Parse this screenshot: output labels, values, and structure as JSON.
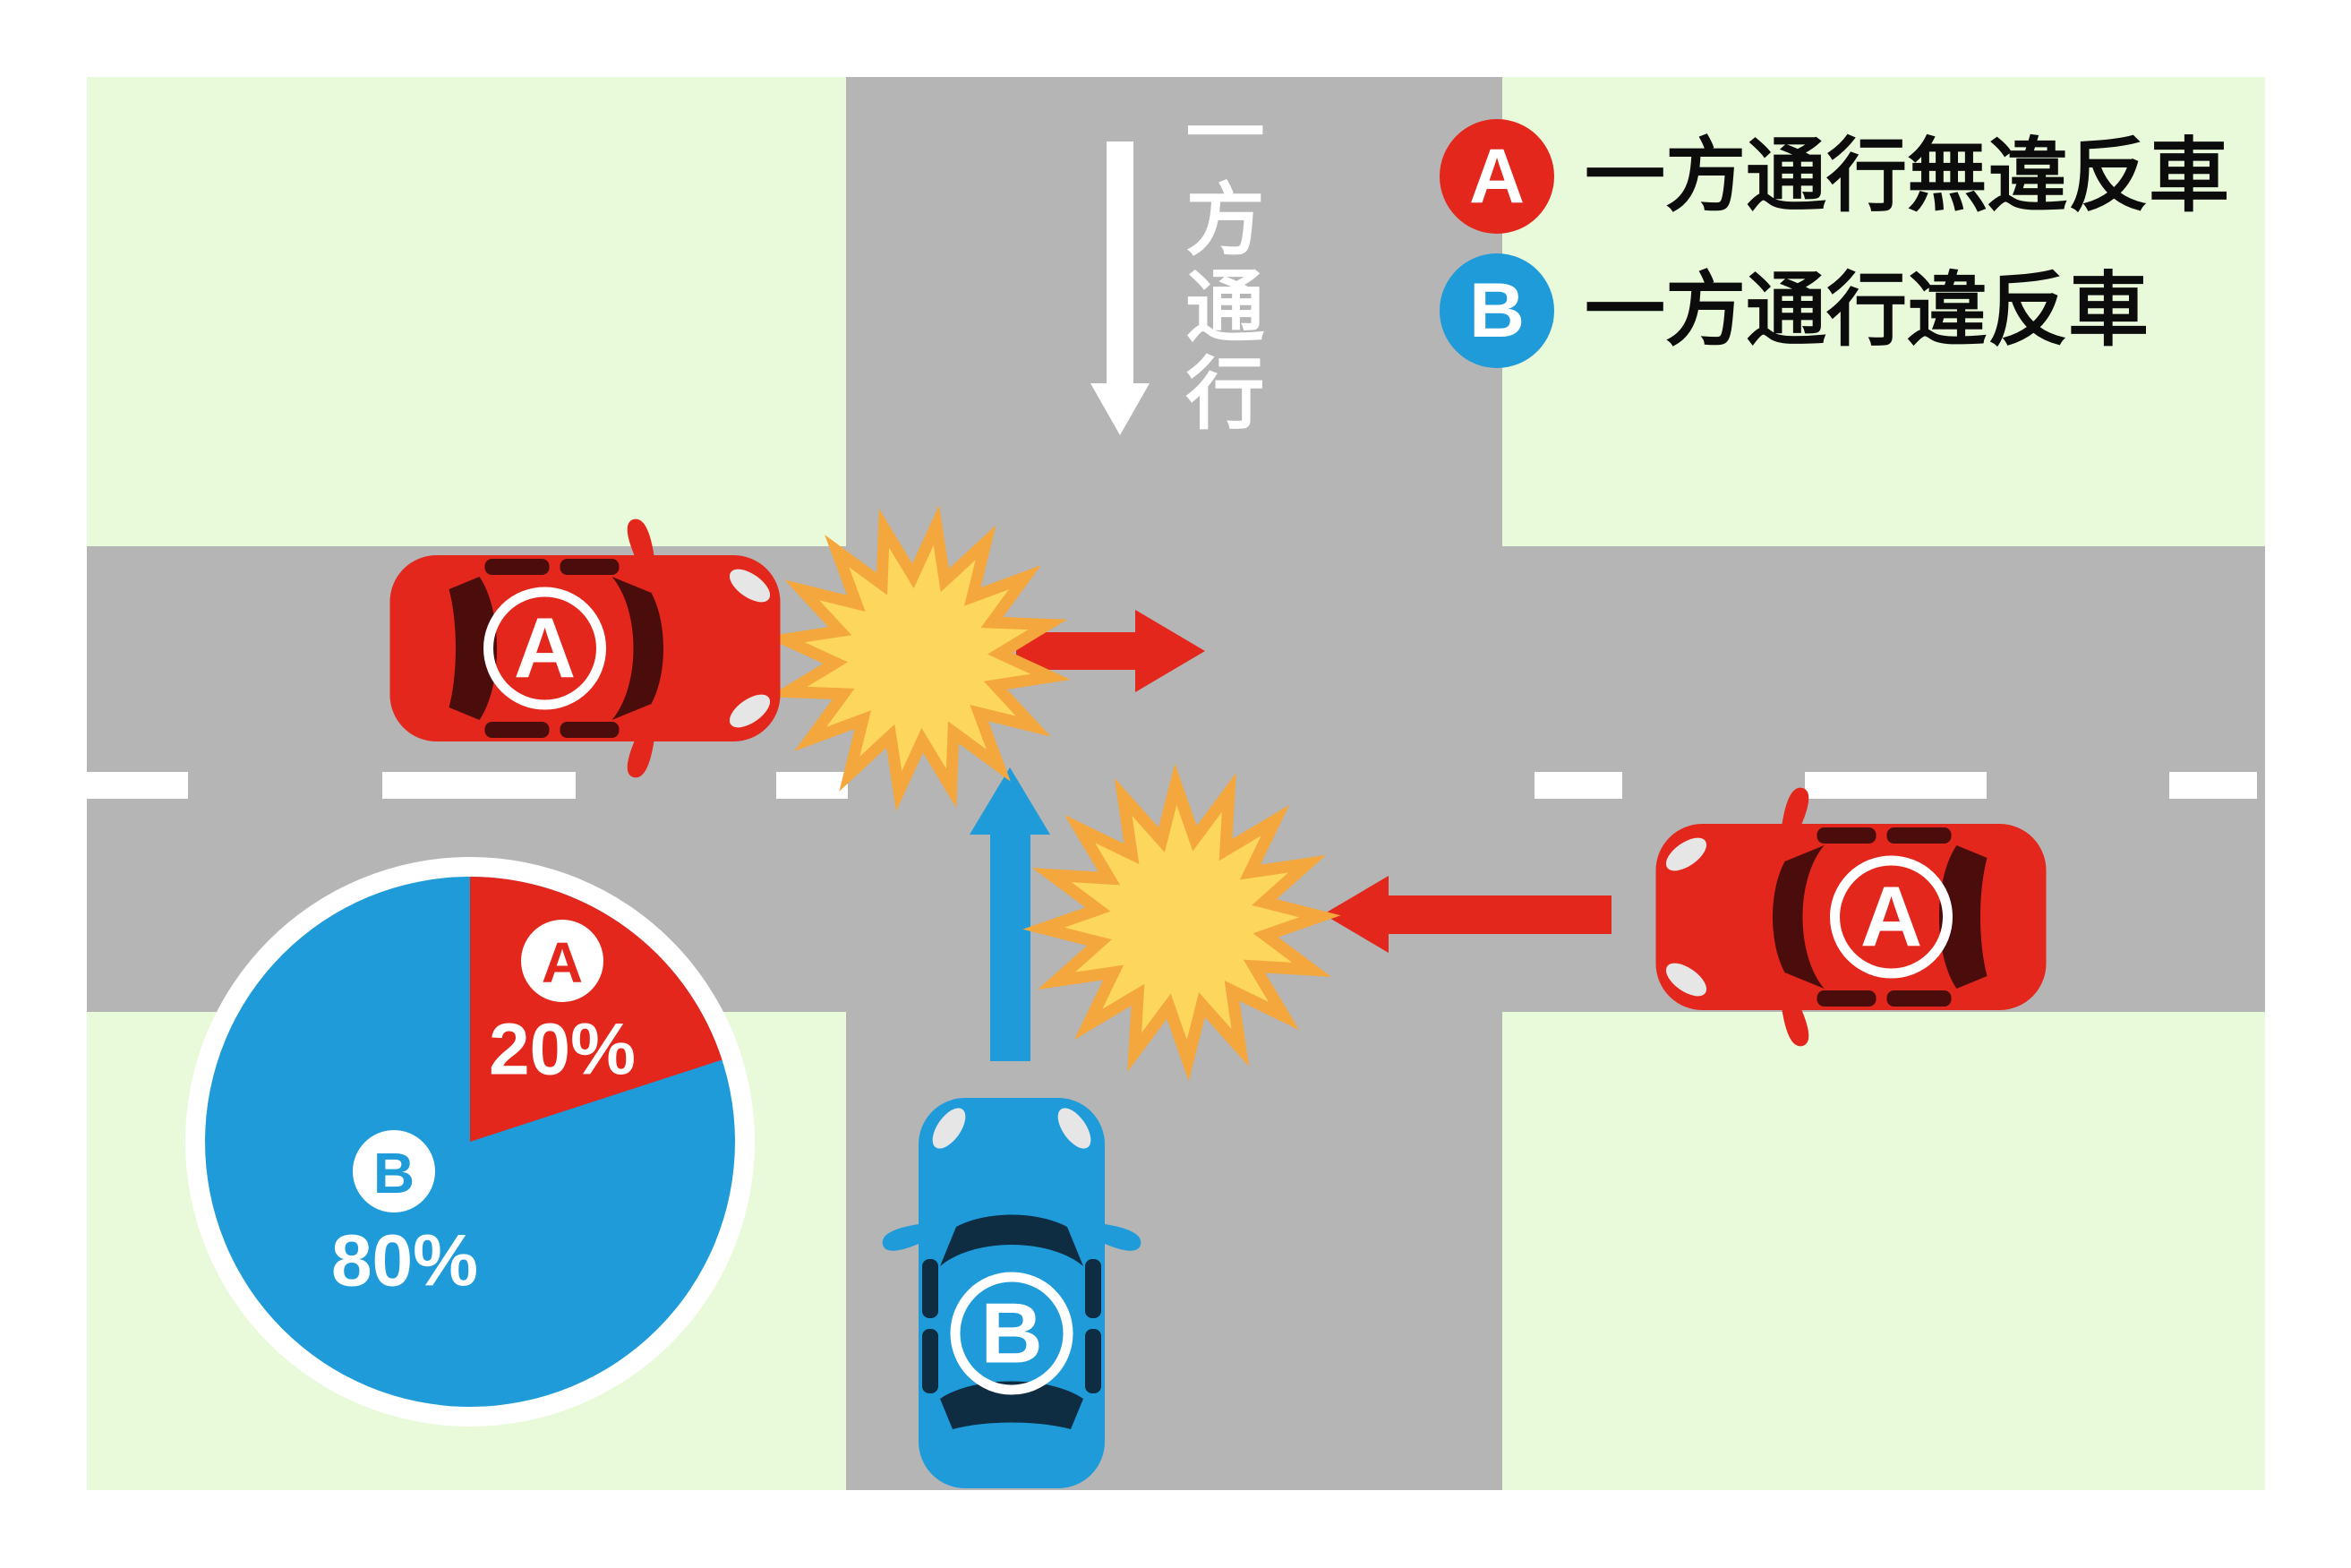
{
  "palette": {
    "background": "#FFFFFF",
    "grass": "#E9FADB",
    "road": "#B5B5B6",
    "lane_marking": "#FFFFFF",
    "red": "#E3271D",
    "blue": "#1E9BD8",
    "burst_fill": "#FCD75B",
    "burst_stroke": "#F4A73C"
  },
  "road": {
    "one_way_label": "一方通行",
    "one_way_arrow_direction": "down"
  },
  "legend": {
    "items": [
      {
        "id": "A",
        "label": "一方通行無違反車",
        "color": "#E3271D"
      },
      {
        "id": "B",
        "label": "一方通行違反車",
        "color": "#1E9BD8"
      }
    ]
  },
  "cars": [
    {
      "label": "A",
      "color": "#E3271D",
      "heading": "right"
    },
    {
      "label": "A",
      "color": "#E3271D",
      "heading": "left"
    },
    {
      "label": "B",
      "color": "#1E9BD8",
      "heading": "up"
    }
  ],
  "chart_data": {
    "type": "pie",
    "title": "",
    "slices": [
      {
        "name": "A",
        "label": "20%",
        "value": 20,
        "color": "#E3271D"
      },
      {
        "name": "B",
        "label": "80%",
        "value": 80,
        "color": "#1E9BD8"
      }
    ],
    "start_angle_deg": 0,
    "direction": "clockwise",
    "legend_position": "none"
  }
}
